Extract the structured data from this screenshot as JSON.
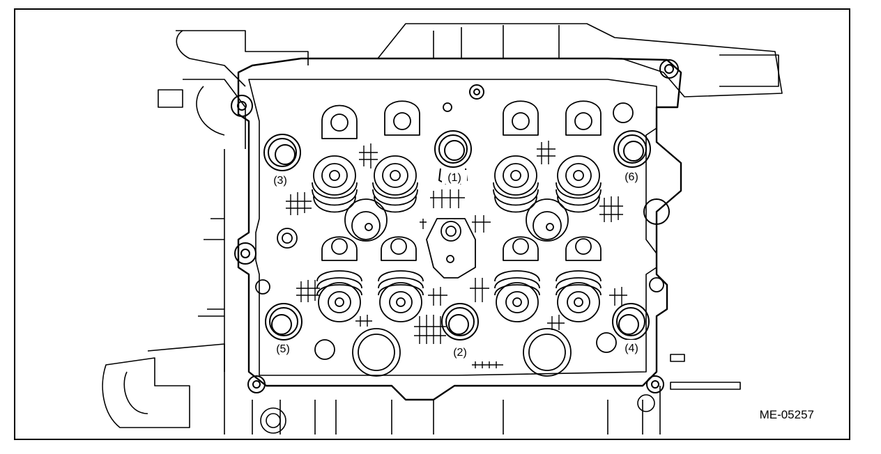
{
  "figure": {
    "id": "ME-05257",
    "line_color": "#000000",
    "background": "#ffffff"
  },
  "callouts": [
    {
      "label": "(1)"
    },
    {
      "label": "(2)"
    },
    {
      "label": "(3)"
    },
    {
      "label": "(4)"
    },
    {
      "label": "(5)"
    },
    {
      "label": "(6)"
    }
  ]
}
